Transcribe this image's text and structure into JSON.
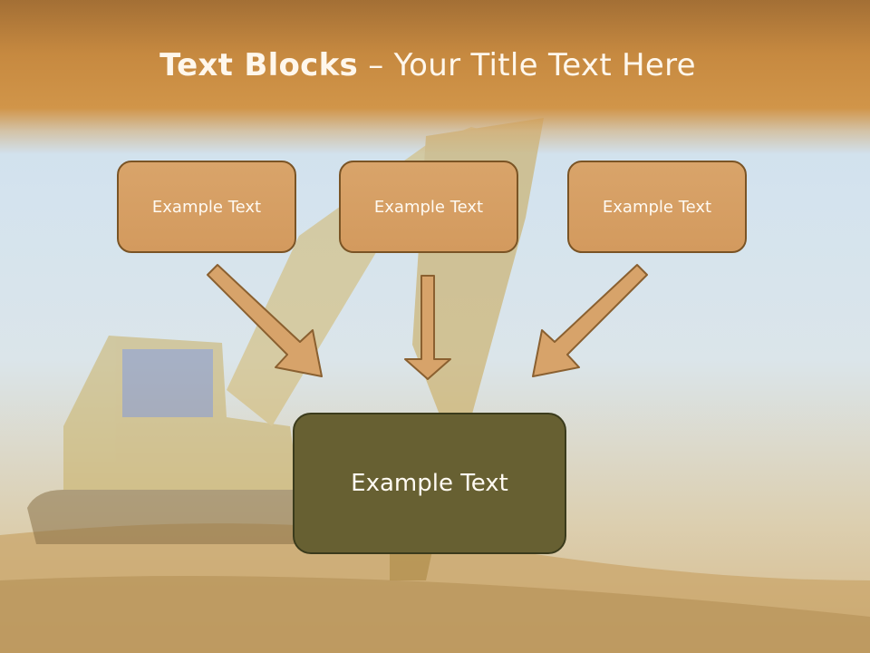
{
  "title": {
    "bold": "Text Blocks",
    "dash": "–",
    "rest": "Your Title Text Here"
  },
  "boxes": {
    "left": "Example Text",
    "center": "Example Text",
    "right": "Example Text",
    "main": "Example Text"
  },
  "colors": {
    "title_band": "#c68940",
    "top_box_fill": "#d39a5e",
    "top_box_border": "#7a5425",
    "main_box_fill": "#676032",
    "arrow_fill": "#d7a36a"
  }
}
